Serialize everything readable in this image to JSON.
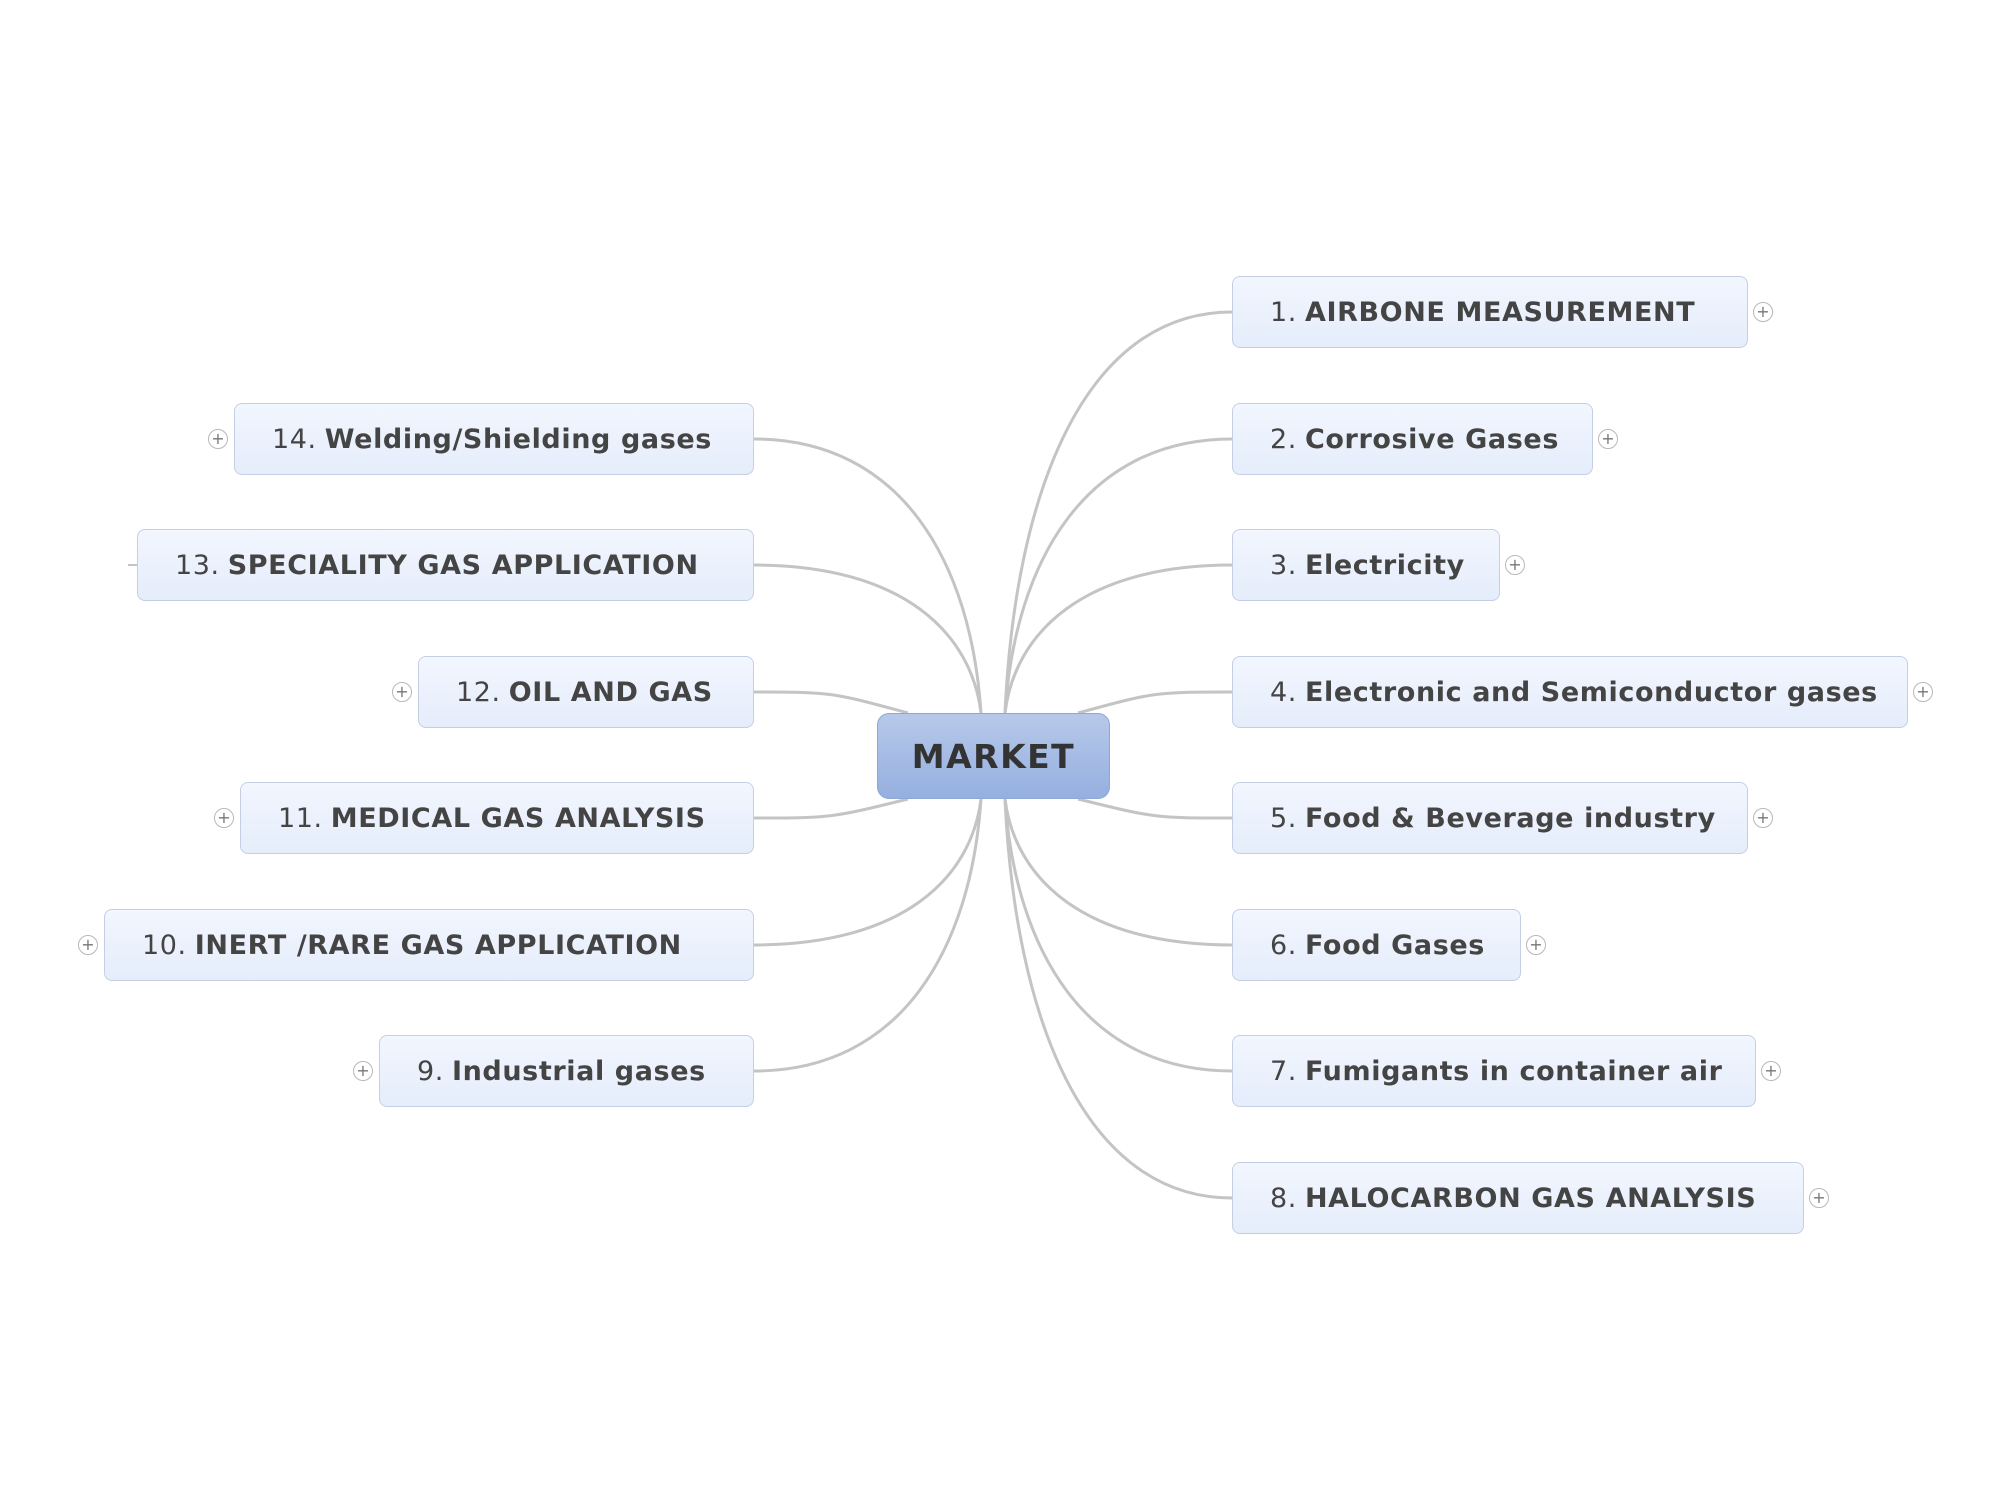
{
  "central_topic": {
    "label": "MARKET"
  },
  "expander_symbol": "+",
  "topics": [
    {
      "num": "1.",
      "label": "AIRBONE MEASUREMENT"
    },
    {
      "num": "2.",
      "label": "Corrosive Gases"
    },
    {
      "num": "3.",
      "label": "Electricity"
    },
    {
      "num": "4.",
      "label": "Electronic and Semiconductor gases"
    },
    {
      "num": "5.",
      "label": "Food & Beverage industry"
    },
    {
      "num": "6.",
      "label": "Food Gases"
    },
    {
      "num": "7.",
      "label": "Fumigants in container air"
    },
    {
      "num": "8.",
      "label": "HALOCARBON GAS ANALYSIS"
    },
    {
      "num": "9.",
      "label": "Industrial gases"
    },
    {
      "num": "10.",
      "label": "INERT /RARE GAS APPLICATION"
    },
    {
      "num": "11.",
      "label": "MEDICAL GAS ANALYSIS"
    },
    {
      "num": "12.",
      "label": "OIL AND GAS"
    },
    {
      "num": "13.",
      "label": "SPECIALITY GAS APPLICATION"
    },
    {
      "num": "14.",
      "label": "Welding/Shielding gases"
    }
  ],
  "colors": {
    "connector": "#c4c4c4",
    "central_fill": "#9ab2e0",
    "topic_fill": "#e8effc",
    "text": "#444444"
  }
}
